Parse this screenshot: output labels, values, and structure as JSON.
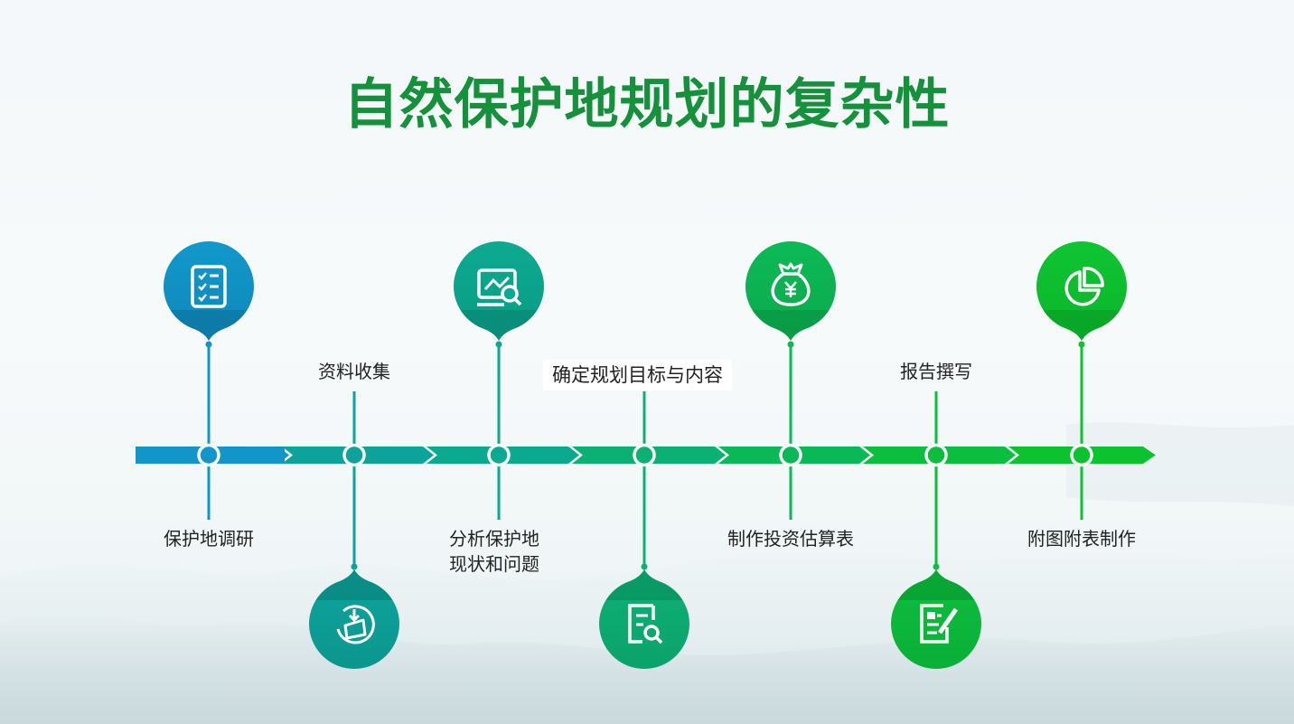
{
  "title": "自然保护地规划的复杂性",
  "steps": [
    {
      "label": "保护地调研",
      "icon": "checklist-icon",
      "color": "#1194c8"
    },
    {
      "label": "资料收集",
      "icon": "box-download-icon",
      "color": "#0ca29a"
    },
    {
      "label_lines": [
        "分析保护地",
        "现状和问题"
      ],
      "icon": "chart-magnifier-icon",
      "color": "#0ba88f"
    },
    {
      "label": "确定规划目标与内容",
      "icon": "document-search-icon",
      "color": "#0cae74"
    },
    {
      "label": "制作投资估算表",
      "icon": "money-bag-icon",
      "color": "#0ab655"
    },
    {
      "label": "报告撰写",
      "icon": "document-edit-icon",
      "color": "#0bbc3c"
    },
    {
      "label": "附图附表制作",
      "icon": "pie-chart-icon",
      "color": "#0cc230"
    }
  ]
}
